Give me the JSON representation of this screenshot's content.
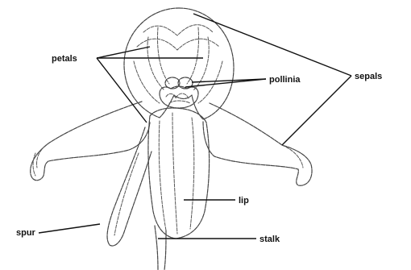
{
  "labels": {
    "petals": "petals",
    "pollinia": "pollinia",
    "sepals": "sepals",
    "lip": "lip",
    "spur": "spur",
    "stalk": "stalk"
  },
  "colors": {
    "background": "#ffffff",
    "ink": "#111111"
  }
}
